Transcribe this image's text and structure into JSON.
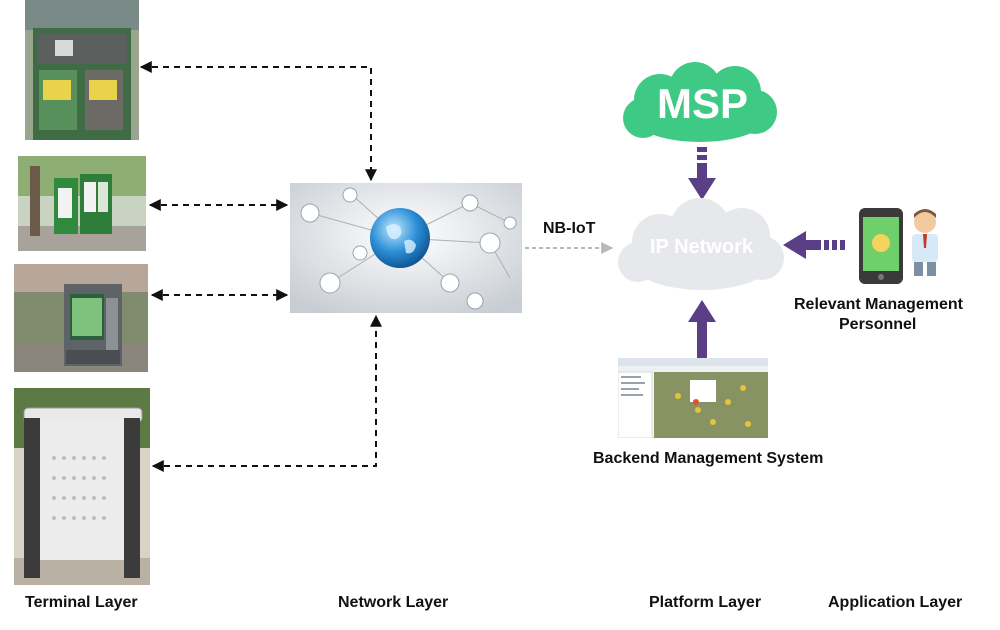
{
  "labels": {
    "terminal_layer": "Terminal Layer",
    "network_layer": "Network Layer",
    "platform_layer": "Platform Layer",
    "application_layer": "Application Layer"
  },
  "nodes": {
    "nbiot": "NB-IoT",
    "msp": "MSP",
    "ip_network": "IP Network",
    "backend": "Backend Management System",
    "personnel_line1": "Relevant Management",
    "personnel_line2": "Personnel"
  },
  "colors": {
    "msp_cloud": "#3ec985",
    "ip_cloud": "#e6e8eb",
    "arrow_purple": "#5b3f86",
    "dashed_line": "#111111"
  }
}
